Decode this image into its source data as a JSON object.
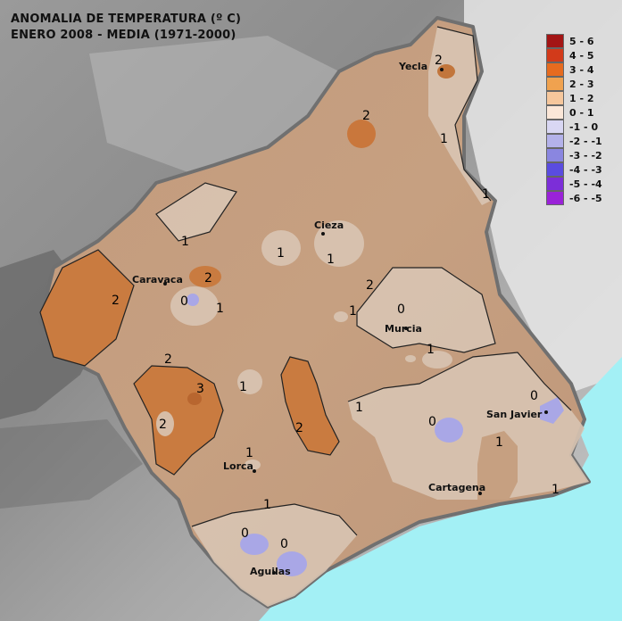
{
  "title": {
    "line1": "ANOMALIA DE TEMPERATURA (º C)",
    "line2": "ENERO 2008 - MEDIA (1971-2000)"
  },
  "legend": [
    {
      "label": "5 - 6",
      "color": "#a31515"
    },
    {
      "label": "4 - 5",
      "color": "#d23a1a"
    },
    {
      "label": "3 - 4",
      "color": "#e66b1f"
    },
    {
      "label": "2 - 3",
      "color": "#f0a24f"
    },
    {
      "label": "1 - 2",
      "color": "#f6c79c"
    },
    {
      "label": "0 - 1",
      "color": "#fbe7d8"
    },
    {
      "label": "-1 - 0",
      "color": "#d9d7f3"
    },
    {
      "label": "-2 - -1",
      "color": "#b4b2ea"
    },
    {
      "label": "-3 - -2",
      "color": "#8a86e0"
    },
    {
      "label": "-4 - -3",
      "color": "#5a4ce0"
    },
    {
      "label": "-5 - -4",
      "color": "#7c2ed8"
    },
    {
      "label": "-6 - -5",
      "color": "#9a22d8"
    }
  ],
  "cities": {
    "yecla": "Yecla",
    "cieza": "Cieza",
    "caravaca": "Caravaca",
    "murcia": "Murcia",
    "san_javier": "San Javier",
    "lorca": "Lorca",
    "cartagena": "Cartagena",
    "aguilas": "Aguilas"
  },
  "isolines": {
    "yecla_1": "1",
    "yecla_2": "2",
    "north_2": "2",
    "east_1": "1",
    "west_1": "1",
    "cieza_1a": "1",
    "cieza_1b": "1",
    "caravaca_2": "2",
    "caravaca_0": "0",
    "caravaca_1": "1",
    "west_2": "2",
    "center_2": "2",
    "center_1": "1",
    "murcia_0": "0",
    "murcia_1": "1",
    "sw_2": "2",
    "sw_3": "3",
    "sw_2b": "2",
    "mid_1": "1",
    "south_2": "2",
    "lorca_1": "1",
    "plain_1": "1",
    "campo_0": "0",
    "cartagena_1": "1",
    "sanjavier_0": "0",
    "coast_1": "1",
    "aguilas_1": "1",
    "aguilas_0a": "0",
    "aguilas_0b": "0"
  }
}
